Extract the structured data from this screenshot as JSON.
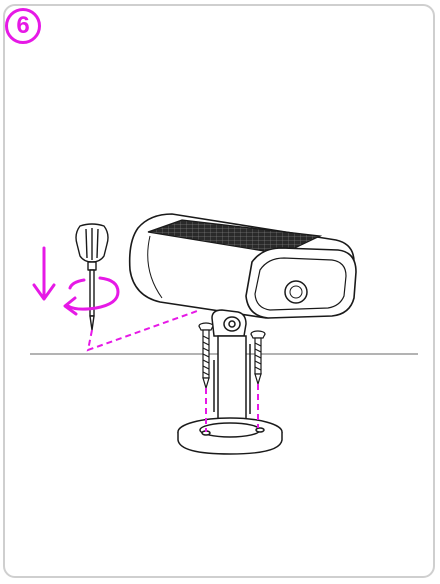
{
  "step": {
    "number": "6"
  },
  "colors": {
    "accent": "#e619e6",
    "line": "#1a1a1a",
    "frame": "#cfcfcf",
    "ground": "#9a9a9a"
  },
  "icons": {
    "step_badge": "circled-number-6",
    "screwdriver": "screwdriver-icon",
    "down_arrow": "down-arrow-icon",
    "rotate_arrow": "rotate-clockwise-icon",
    "camera": "solar-security-camera",
    "screws": "mounting-screw-icon"
  }
}
